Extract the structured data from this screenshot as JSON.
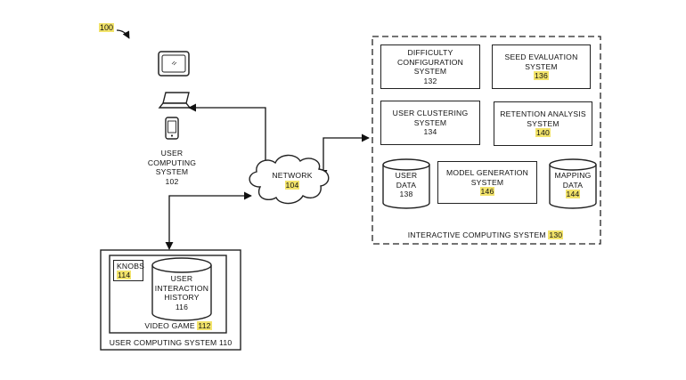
{
  "figure_ref": "100",
  "highlight_color": "#f2e36a",
  "user_computing_system_102": {
    "line1": "USER",
    "line2": "COMPUTING",
    "line3": "SYSTEM",
    "ref": "102"
  },
  "network": {
    "label": "NETWORK",
    "ref": "104"
  },
  "interactive_computing_system": {
    "label": "INTERACTIVE COMPUTING SYSTEM",
    "ref": "130",
    "difficulty": {
      "line1": "DIFFICULTY",
      "line2": "CONFIGURATION",
      "line3": "SYSTEM",
      "ref": "132"
    },
    "seed_eval": {
      "line1": "SEED EVALUATION",
      "line2": "SYSTEM",
      "ref": "136"
    },
    "user_clustering": {
      "line1": "USER CLUSTERING",
      "line2": "SYSTEM",
      "ref": "134"
    },
    "retention": {
      "line1": "RETENTION ANALYSIS",
      "line2": "SYSTEM",
      "ref": "140"
    },
    "user_data": {
      "line1": "USER",
      "line2": "DATA",
      "ref": "138"
    },
    "model_gen": {
      "line1": "MODEL GENERATION",
      "line2": "SYSTEM",
      "ref": "146"
    },
    "mapping_data": {
      "line1": "MAPPING",
      "line2": "DATA",
      "ref": "144"
    }
  },
  "user_computing_system_110": {
    "label": "USER COMPUTING SYSTEM 110",
    "knobs": {
      "label": "KNOBS",
      "ref": "114"
    },
    "history": {
      "line1": "USER",
      "line2": "INTERACTION",
      "line3": "HISTORY",
      "ref": "116"
    },
    "video_game": {
      "label": "VIDEO GAME",
      "ref": "112"
    }
  }
}
